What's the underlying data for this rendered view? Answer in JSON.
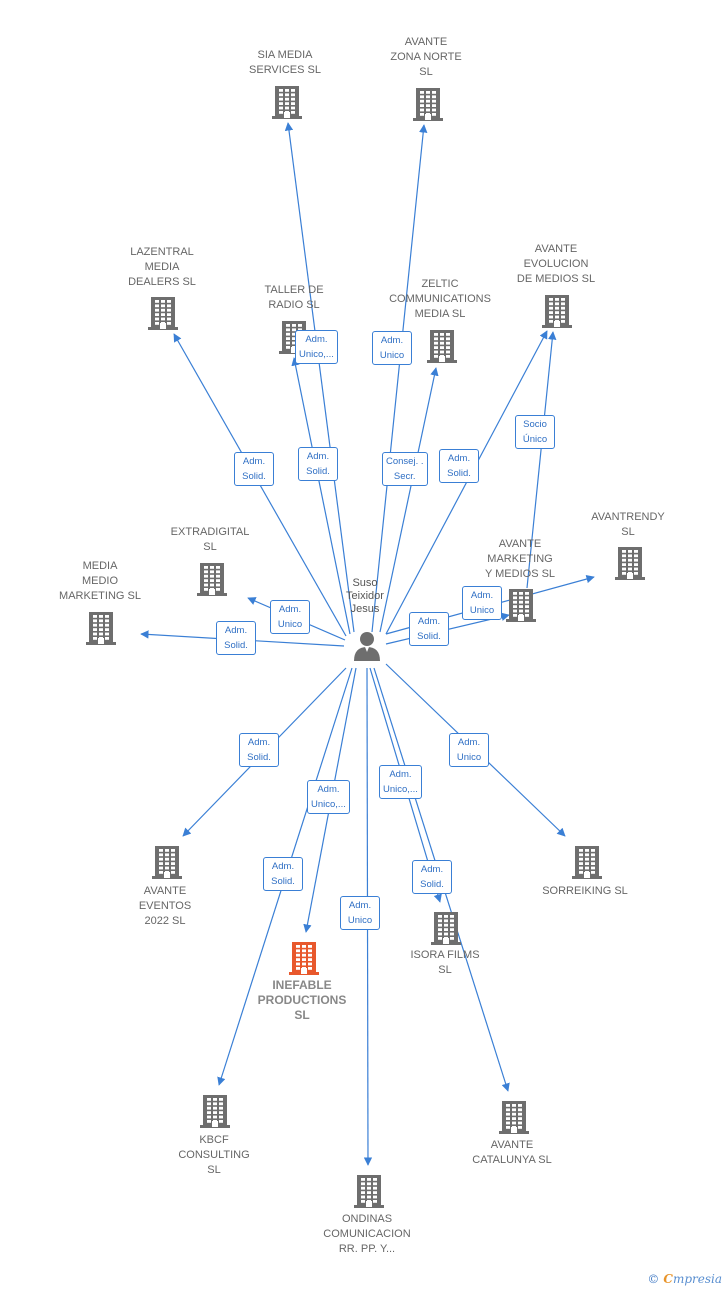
{
  "person": {
    "name": "Suso\nTeixidor\nJesus",
    "icon": "person-icon"
  },
  "companies": [
    {
      "id": "sia",
      "name": "SIA MEDIA\nSERVICES  SL"
    },
    {
      "id": "avante_zona",
      "name": "AVANTE\nZONA NORTE\nSL"
    },
    {
      "id": "lazentral",
      "name": "LAZENTRAL\nMEDIA\nDEALERS  SL"
    },
    {
      "id": "taller",
      "name": "TALLER DE\nRADIO SL"
    },
    {
      "id": "zeltic",
      "name": "ZELTIC\nCOMMUNICATIONS\nMEDIA  SL"
    },
    {
      "id": "avante_evolucion",
      "name": "AVANTE\nEVOLUCION\nDE MEDIOS  SL"
    },
    {
      "id": "extradigital",
      "name": "EXTRADIGITAL\nSL"
    },
    {
      "id": "media_medio",
      "name": "MEDIA\nMEDIO\nMARKETING  SL"
    },
    {
      "id": "avante_marketing",
      "name": "AVANTE\nMARKETING\nY MEDIOS  SL"
    },
    {
      "id": "avantrendy",
      "name": "AVANTRENDY\nSL"
    },
    {
      "id": "avante_eventos",
      "name": "AVANTE\nEVENTOS\n2022  SL"
    },
    {
      "id": "sorreiking",
      "name": "SORREIKING  SL"
    },
    {
      "id": "inefable",
      "name": "INEFABLE\nPRODUCTIONS\nSL"
    },
    {
      "id": "isora",
      "name": "ISORA FILMS\nSL"
    },
    {
      "id": "kbcf",
      "name": "KBCF\nCONSULTING\nSL"
    },
    {
      "id": "avante_catalunya",
      "name": "AVANTE\nCATALUNYA  SL"
    },
    {
      "id": "ondinas",
      "name": "ONDINAS\nCOMUNICACION\nRR. PP. Y..."
    }
  ],
  "relations": [
    {
      "to": "sia",
      "label": "Adm.\nUnico,..."
    },
    {
      "to": "avante_zona",
      "label": "Adm.\nUnico"
    },
    {
      "to": "lazentral",
      "label": "Adm.\nSolid."
    },
    {
      "to": "taller",
      "label": "Adm.\nSolid."
    },
    {
      "to": "zeltic",
      "label": "Consej. .\nSecr."
    },
    {
      "to": "avante_evolucion",
      "label": "Adm.\nSolid."
    },
    {
      "to": "avante_evolucion",
      "label": "Socio\nÚnico"
    },
    {
      "to": "extradigital",
      "label": "Adm.\nUnico"
    },
    {
      "to": "media_medio",
      "label": "Adm.\nSolid."
    },
    {
      "to": "avantrendy",
      "label": "Adm.\nUnico"
    },
    {
      "to": "avante_marketing",
      "label": "Adm.\nSolid."
    },
    {
      "to": "avante_eventos",
      "label": "Adm.\nSolid."
    },
    {
      "to": "inefable",
      "label": "Adm.\nUnico,..."
    },
    {
      "to": "kbcf",
      "label": "Adm.\nSolid."
    },
    {
      "to": "ondinas",
      "label": "Adm.\nUnico"
    },
    {
      "to": "isora",
      "label": "Adm.\nUnico,..."
    },
    {
      "to": "isora",
      "label": "Adm.\nSolid."
    },
    {
      "to": "sorreiking",
      "label": "Adm.\nUnico"
    }
  ],
  "colors": {
    "edge": "#3a7fd5",
    "building": "#6e6e6e",
    "highlight": "#e8582c"
  },
  "footer": {
    "copyright": "©",
    "brand_initial": "C",
    "brand_rest": "mpresia"
  }
}
